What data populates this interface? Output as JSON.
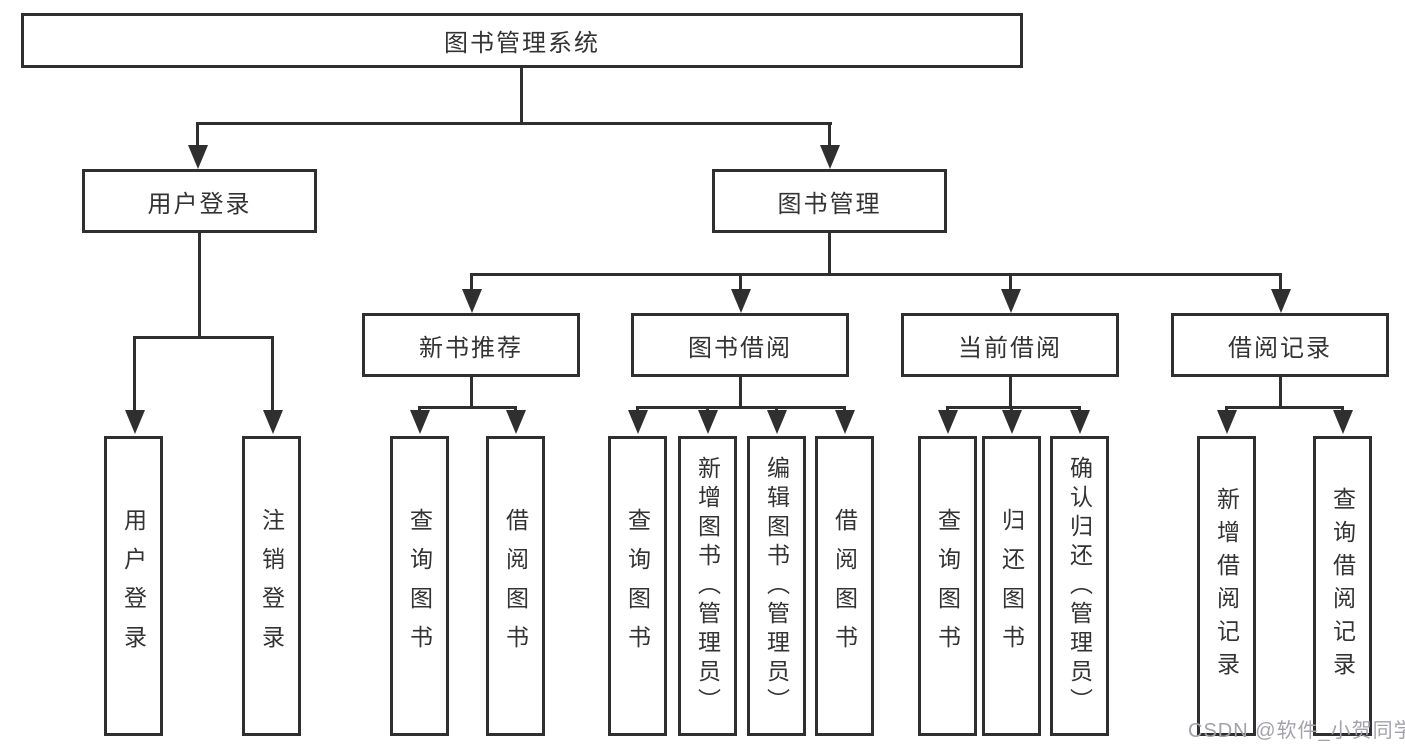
{
  "diagram": {
    "root": {
      "label": "图书管理系统"
    },
    "branches": [
      {
        "label": "用户登录",
        "children": [
          {
            "label": "用户登录"
          },
          {
            "label": "注销登录"
          }
        ]
      },
      {
        "label": "图书管理",
        "children": [
          {
            "label": "新书推荐",
            "children": [
              {
                "label": "查询图书"
              },
              {
                "label": "借阅图书"
              }
            ]
          },
          {
            "label": "图书借阅",
            "children": [
              {
                "label": "查询图书"
              },
              {
                "label": "新增图书（管理员）"
              },
              {
                "label": "编辑图书（管理员）"
              },
              {
                "label": "借阅图书"
              }
            ]
          },
          {
            "label": "当前借阅",
            "children": [
              {
                "label": "查询图书"
              },
              {
                "label": "归还图书"
              },
              {
                "label": "确认归还（管理员）"
              }
            ]
          },
          {
            "label": "借阅记录",
            "children": [
              {
                "label": "新增借阅记录"
              },
              {
                "label": "查询借阅记录"
              }
            ]
          }
        ]
      }
    ],
    "watermark": "CSDN @软件_小贺同学",
    "colors": {
      "line": "#2f2f2f",
      "text": "#333333",
      "watermark": "#a2a2aa",
      "background": "#ffffff"
    }
  }
}
